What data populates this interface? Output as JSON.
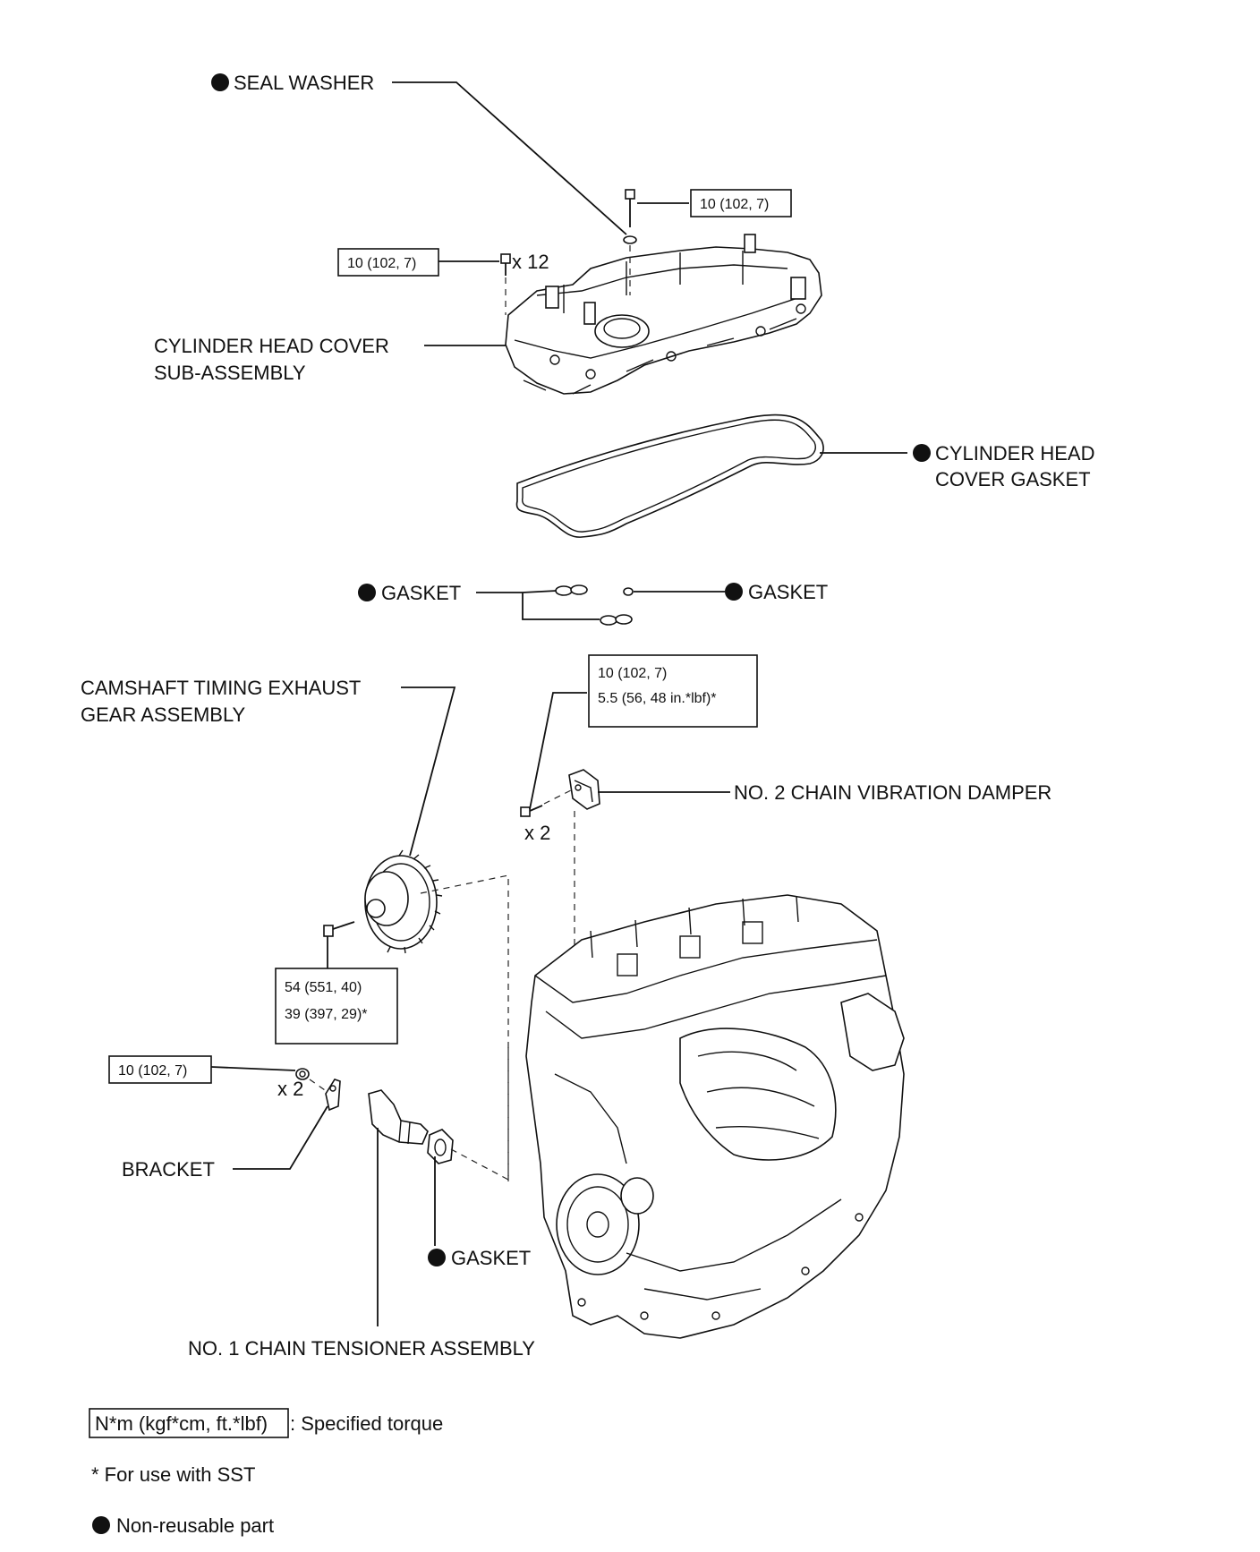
{
  "labels": {
    "seal_washer": "SEAL WASHER",
    "x12": "x 12",
    "cyl_head_cover_1": "CYLINDER HEAD COVER",
    "cyl_head_cover_2": "SUB-ASSEMBLY",
    "cyl_head_cover_gasket_1": "CYLINDER HEAD",
    "cyl_head_cover_gasket_2": "COVER GASKET",
    "gasket_left": "GASKET",
    "gasket_right": "GASKET",
    "cam_gear_1": "CAMSHAFT TIMING EXHAUST",
    "cam_gear_2": "GEAR ASSEMBLY",
    "chain_damper": "NO. 2 CHAIN VIBRATION DAMPER",
    "x2_damper": "x 2",
    "x2_bracket": "x 2",
    "bracket": "BRACKET",
    "gasket_bottom": "GASKET",
    "tensioner": "NO. 1 CHAIN TENSIONER ASSEMBLY"
  },
  "torques": {
    "seal_washer_bolt": "10 (102, 7)",
    "cover_bolts": "10 (102, 7)",
    "damper_line1": "10 (102, 7)",
    "damper_line2": "5.5 (56, 48 in.*lbf)*",
    "cam_line1": "54 (551, 40)",
    "cam_line2": "39 (397, 29)*",
    "bracket_nut": "10 (102, 7)"
  },
  "legend": {
    "torque_box": "N*m (kgf*cm, ft.*lbf)",
    "torque_text": ": Specified torque",
    "sst_note": "* For use with SST",
    "non_reusable": "Non-reusable part"
  },
  "colors": {
    "ink": "#111111",
    "background": "#ffffff"
  },
  "icons": {
    "non_reusable_marker": "filled-circle-icon"
  }
}
